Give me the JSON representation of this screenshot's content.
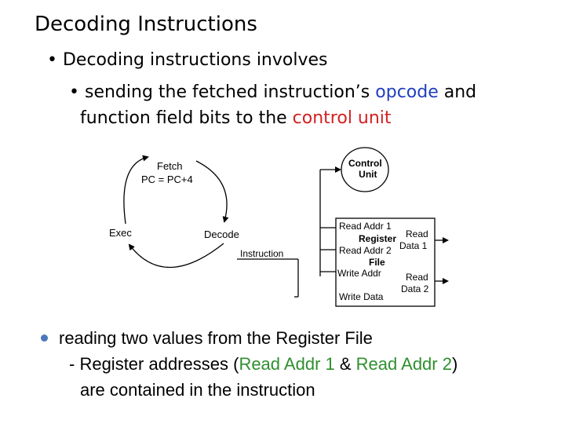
{
  "title": "Decoding Instructions",
  "bullet1": "Decoding instructions involves",
  "bullet2": {
    "part1": "sending the fetched instruction’s ",
    "opcode": "opcode",
    "part2": " and",
    "line2_part1": "function field bits to the ",
    "control_unit": "control unit"
  },
  "diagram": {
    "fetch_line1": "Fetch",
    "fetch_line2": "PC = PC+4",
    "exec": "Exec",
    "decode": "Decode",
    "instruction": "Instruction",
    "control_unit_line1": "Control",
    "control_unit_line2": "Unit",
    "register_file": {
      "read_addr1": "Read Addr 1",
      "register": "Register",
      "read_addr2": "Read Addr 2",
      "file": "File",
      "write_addr": "Write Addr",
      "write_data": "Write Data",
      "read_data1_line1": "Read",
      "read_data1_line2": "Data 1",
      "read_data2_line1": "Read",
      "read_data2_line2": "Data 2"
    }
  },
  "bottom": {
    "line1": "reading two values from the Register File",
    "line2_dash": "- ",
    "line2_part1": "Register addresses (",
    "read_addr1": "Read Addr 1",
    "amp": " & ",
    "read_addr2": "Read Addr 2",
    "line2_part2": ")",
    "line3": "are contained in the instruction"
  },
  "colors": {
    "accent_blue": "#1f3fbf",
    "accent_red": "#d42020",
    "accent_green": "#2f8f2f",
    "bullet_dot": "#4a78b8"
  }
}
